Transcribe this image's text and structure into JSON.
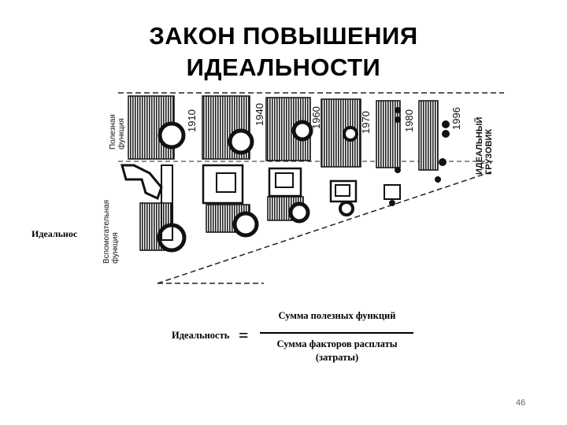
{
  "title": {
    "line1": "ЗАКОН ПОВЫШЕНИЯ",
    "line2": "ИДЕАЛЬНОСТИ"
  },
  "figure": {
    "useful_function_label": [
      "Полезная",
      "функция"
    ],
    "auxiliary_function_label": [
      "Вспомогательная",
      "функция"
    ],
    "years": [
      "1910",
      "1940",
      "1960",
      "1970",
      "1980",
      "1996"
    ],
    "ideal_truck_label": [
      "ИДЕАЛЬНЫЙ",
      "ГРУЗОВИК"
    ],
    "ideality_axis_label": "Идеальнос"
  },
  "formula": {
    "left": "Идеальность",
    "equals": "=",
    "numerator": "Сумма полезных функций",
    "denominator_line1": "Сумма факторов расплаты",
    "denominator_line2": "(затраты)"
  },
  "page_number": "46"
}
